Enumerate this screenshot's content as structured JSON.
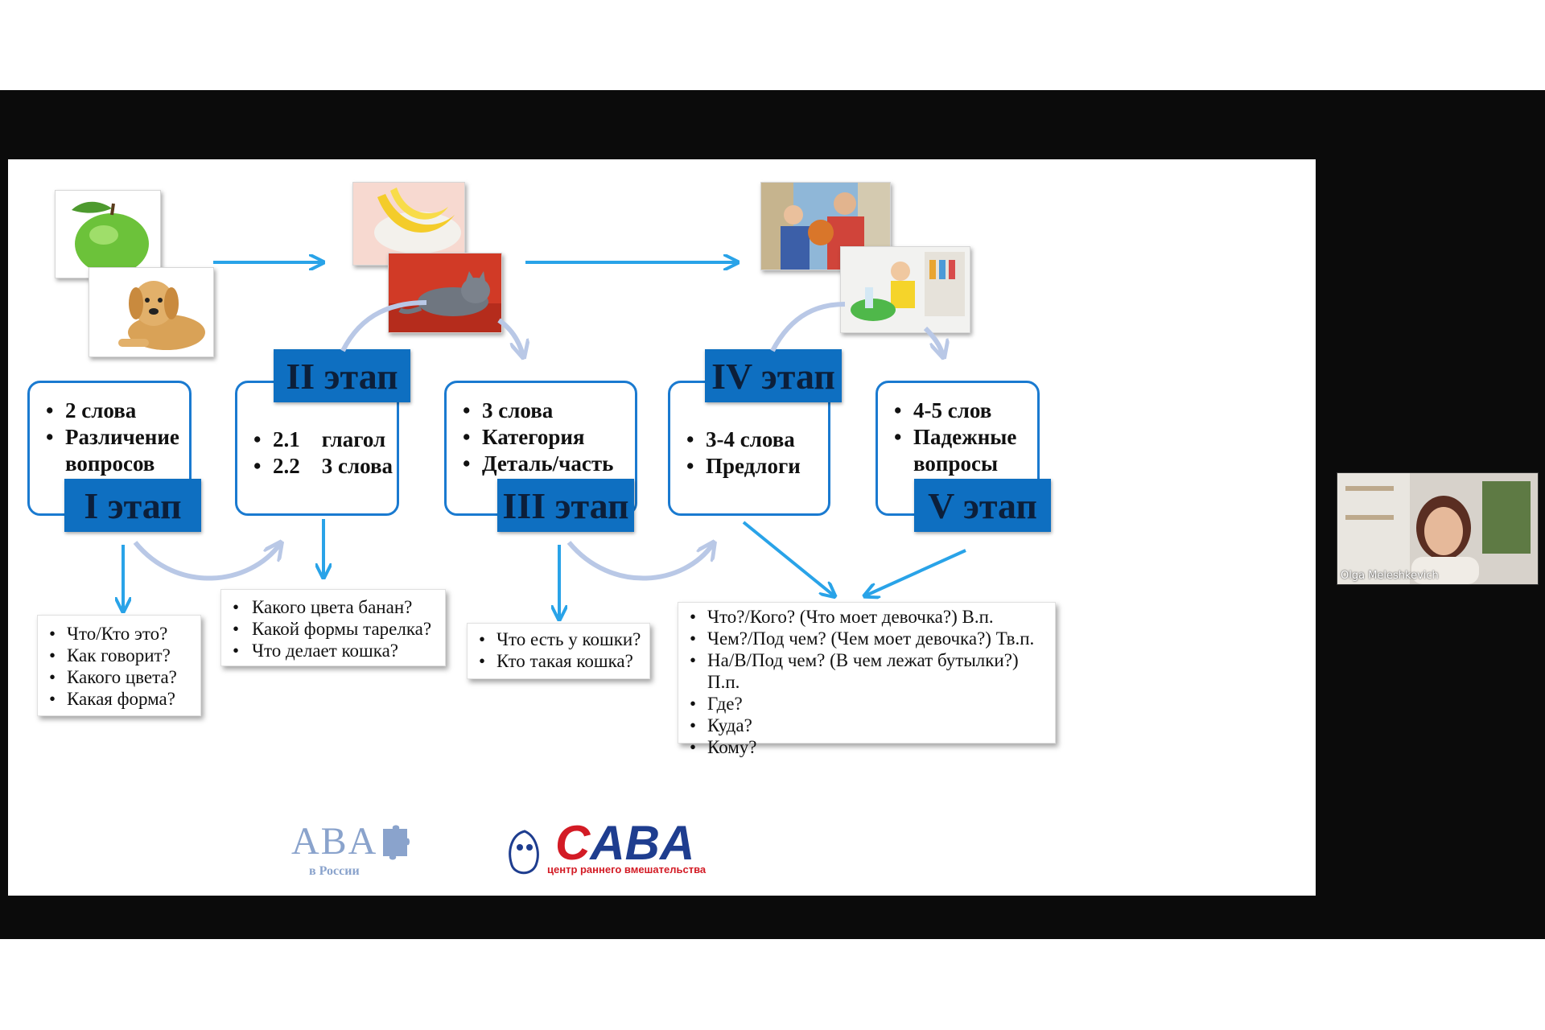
{
  "meeting": {
    "participant_name": "Olga Meleshkevich"
  },
  "stages": [
    {
      "label": "I этап",
      "items": [
        "2 слова",
        "Различение вопросов"
      ]
    },
    {
      "label": "II этап",
      "items": [
        "2.1    глагол",
        "2.2    3 слова"
      ]
    },
    {
      "label": "III этап",
      "items": [
        "3 слова",
        "Категория",
        "Деталь/часть"
      ]
    },
    {
      "label": "IV этап",
      "items": [
        "3-4 слова",
        "Предлоги"
      ]
    },
    {
      "label": "V этап",
      "items": [
        "4-5 слов",
        "Падежные вопросы"
      ]
    }
  ],
  "questions": {
    "q1": [
      "Что/Кто это?",
      "Как говорит?",
      "Какого цвета?",
      "Какая форма?"
    ],
    "q2": [
      "Какого цвета банан?",
      "Какой формы тарелка?",
      "Что делает кошка?"
    ],
    "q3": [
      "Что есть у кошки?",
      "Кто такая кошка?"
    ],
    "q4": [
      "Что?/Кого? (Что моет девочка?) В.п.",
      "Чем?/Под чем? (Чем моет девочка?) Тв.п.",
      "На/В/Под чем? (В чем лежат бутылки?) П.п.",
      "Где?",
      "Куда?",
      "Кому?"
    ]
  },
  "logos": {
    "aba_text": "ABA",
    "aba_sub": "в России",
    "saba_text_1": "C",
    "saba_text_2": "ABA",
    "saba_sub": "центр раннего вмешательства"
  },
  "photos": [
    "apple",
    "dog",
    "banana",
    "cat",
    "boy-with-father",
    "girl-cleaning"
  ],
  "colors": {
    "box_border": "#1a7ad0",
    "label_fill": "#0e6fc1",
    "arrow": "#29a3e8",
    "curve": "#b9c8e6"
  }
}
